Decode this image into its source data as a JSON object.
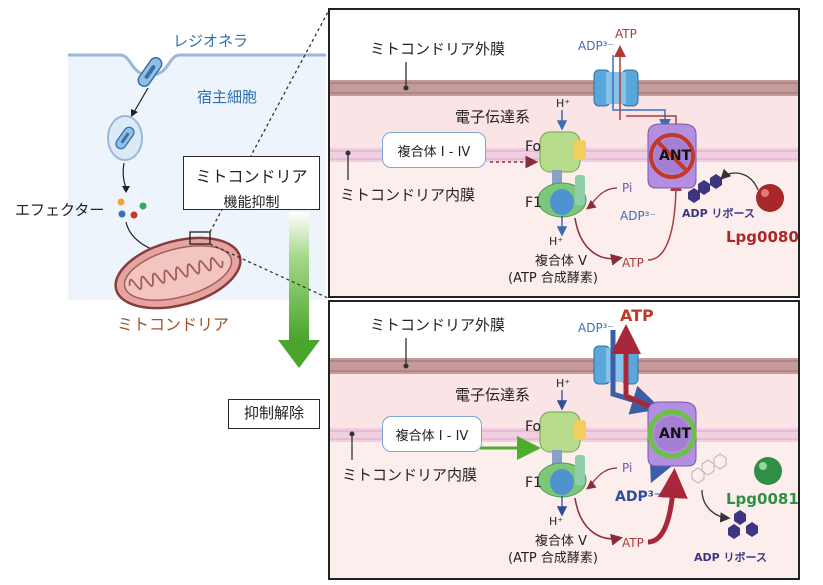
{
  "left": {
    "legionella": "レジオネラ",
    "host_cell": "宿主細胞",
    "effector": "エフェクター",
    "mito_box_line1": "ミトコンドリア",
    "mito_box_line2": "機能抑制",
    "mitochondria": "ミトコンドリア",
    "release_box": "抑制解除"
  },
  "top_panel": {
    "outer_membrane": "ミトコンドリア外膜",
    "inner_membrane": "ミトコンドリア内膜",
    "etc": "電子伝達系",
    "complex_1_4": "複合体 I - IV",
    "fo": "Fo",
    "f1": "F1",
    "h_plus_top": "H⁺",
    "h_plus_bottom": "H⁺",
    "pi": "Pi",
    "adp_out": "ADP³⁻",
    "atp_out": "ATP",
    "adp_in": "ADP³⁻",
    "atp_in": "ATP",
    "ant": "ANT",
    "complex_5_line1": "複合体 V",
    "complex_5_line2": "(ATP 合成酵素)",
    "adp_ribose": "ADP リボース",
    "effector_name": "Lpg0080"
  },
  "bottom_panel": {
    "outer_membrane": "ミトコンドリア外膜",
    "inner_membrane": "ミトコンドリア内膜",
    "etc": "電子伝達系",
    "complex_1_4": "複合体 I - IV",
    "fo": "Fo",
    "f1": "F1",
    "h_plus_top": "H⁺",
    "h_plus_bottom": "H⁺",
    "pi": "Pi",
    "adp_out": "ADP³⁻",
    "atp_out": "ATP",
    "adp_in": "ADP³⁻",
    "atp_in": "ATP",
    "ant": "ANT",
    "complex_5_line1": "複合体 V",
    "complex_5_line2": "(ATP 合成酵素)",
    "adp_ribose": "ADP リボース",
    "effector_name": "Lpg0081"
  },
  "colors": {
    "membrane": "#c49a9a",
    "matrix": "#fbe9ea",
    "atp_red": "#c0392b",
    "adp_blue": "#3b6fb5",
    "inhibit_red": "#c0392b",
    "active_green": "#4caf2a",
    "ant_purple": "#a57fd3",
    "lpg0080_red": "#a8282a",
    "lpg0081_green": "#2f8f45"
  }
}
